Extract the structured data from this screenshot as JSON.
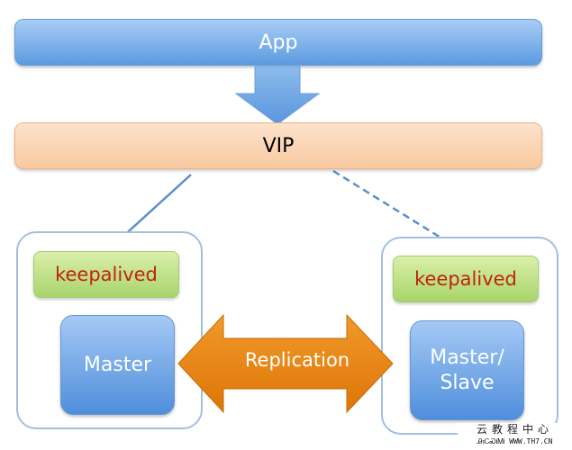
{
  "diagram": {
    "app": {
      "label": "App"
    },
    "vip": {
      "label": "VIP"
    },
    "left_node": {
      "agent_label": "keepalived",
      "db_label": "Master",
      "connection_from_vip": "solid"
    },
    "right_node": {
      "agent_label": "keepalived",
      "db_label_line1": "Master/",
      "db_label_line2": "Slave",
      "connection_from_vip": "dashed"
    },
    "replication": {
      "label": "Replication",
      "direction": "bidirectional"
    },
    "colors": {
      "app_blue": "#5c9ae0",
      "vip_orange": "#f8c9a0",
      "keepalived_green": "#a9d46b",
      "keepalived_text": "#c0230c",
      "db_blue": "#4f8edb",
      "replication_orange": "#e8800c",
      "connector": "#5b8fc9"
    }
  },
  "watermark": {
    "title": "云教程中心",
    "subtitle": "Ꭿ℩ᏟᏍᎥᎷᎥ  WWW.TH7.CN"
  }
}
